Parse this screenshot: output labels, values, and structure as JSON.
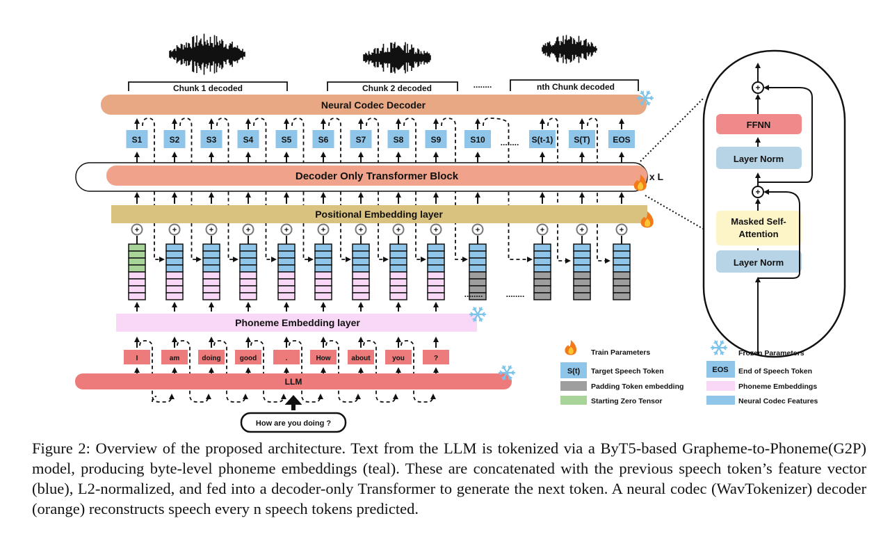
{
  "chunks": [
    "Chunk 1 decoded",
    "Chunk 2 decoded",
    "nth Chunk decoded"
  ],
  "chunk_gap": "........",
  "neural_codec_decoder": "Neural Codec Decoder",
  "speech_tokens": [
    "S1",
    "S2",
    "S3",
    "S4",
    "S5",
    "S6",
    "S7",
    "S8",
    "S9",
    "S10",
    "S(t-1)",
    "S(T)",
    "EOS"
  ],
  "speech_token_gap": "........",
  "decoder_block": "Decoder Only Transformer Block",
  "decoder_repeat": "x L",
  "positional_embedding": "Positional Embedding layer",
  "plus_symbol": "+",
  "stack_gap": "........",
  "phoneme_embedding": "Phoneme Embedding layer",
  "text_tokens": [
    "I",
    "am",
    "doing",
    "good",
    ".",
    "How",
    "about",
    "you",
    "?"
  ],
  "llm": "LLM",
  "input_text": "How are you doing ?",
  "detail": {
    "ffnn": "FFNN",
    "layer_norm_top": "Layer Norm",
    "masked_attention_line1": "Masked Self-",
    "masked_attention_line2": "Attention",
    "layer_norm_bottom": "Layer Norm"
  },
  "legend": {
    "train_parameters": "Train Parameters",
    "frozen_parameters": "Frozen Parameters",
    "target_speech_token_badge": "S(t)",
    "target_speech_token": "Target Speech Token",
    "eos_badge": "EOS",
    "end_of_speech_token": "End of Speech Token",
    "padding_token": "Padding Token embedding",
    "phoneme_embeddings": "Phoneme Embeddings",
    "starting_zero_tensor": "Starting Zero Tensor",
    "neural_codec_features": "Neural Codec Features"
  },
  "colors": {
    "decoder_orange": "#e8a883",
    "transformer_orange": "#f0a38a",
    "positional_tan": "#d9c27f",
    "phoneme_pink": "#f9d8f7",
    "token_blue": "#8ec5e8",
    "llm_red": "#ee7b7b",
    "padding_gray": "#9e9e9e",
    "zero_green": "#a8d49a",
    "ffnn_red": "#f08a8a",
    "layernorm_blue": "#b7d4e6",
    "attention_yellow": "#fdf5c8"
  },
  "caption": "Figure 2: Overview of the proposed architecture. Text from the LLM is tokenized via a ByT5-based Grapheme-to-Phoneme(G2P) model, producing byte-level phoneme embeddings (teal). These are concatenated with the previous speech token’s feature vector (blue), L2-normalized, and fed into a decoder-only Transformer to generate the next token. A neural codec (WavTokenizer) decoder (orange) reconstructs speech every n speech tokens predicted."
}
